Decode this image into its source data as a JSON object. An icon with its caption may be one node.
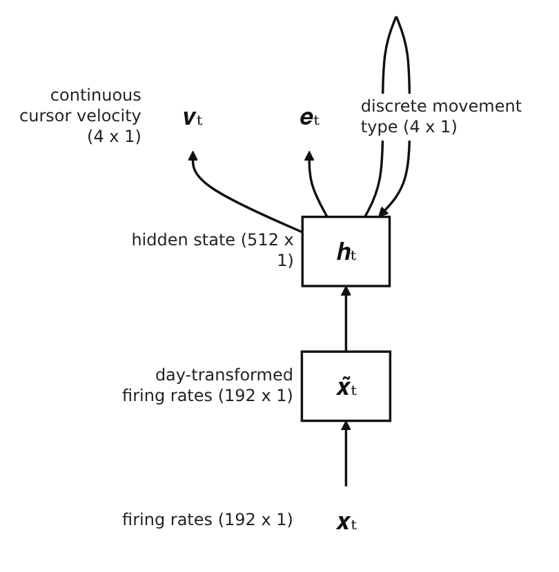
{
  "diagram": {
    "nodes": [
      {
        "text": [
          "𝒗ₜ"
        ],
        "beside": [
          "continuous cursor velocity (4 x 1)"
        ]
      },
      {
        "text": [
          "𝒆ₜ"
        ],
        "beside": [
          "discrete movement type (4 x 1)"
        ]
      },
      {
        "text": [
          "𝒉ₜ"
        ],
        "beside": [
          "hidden state (512 x 1)"
        ]
      },
      {
        "text": [
          "𝒙̃ₜ"
        ],
        "beside": [
          "day-transformed firing rates (192 x 1)"
        ]
      },
      {
        "text": [
          "𝒙ₜ"
        ],
        "beside": [
          "firing rates (192 x 1)"
        ]
      }
    ],
    "edges": [
      {
        "from": 2,
        "to": 2,
        "arrow": "to"
      },
      {
        "from": 4,
        "to": 3,
        "arrow": "to"
      },
      {
        "from": 3,
        "to": 2,
        "arrow": "to"
      },
      {
        "from": 2,
        "to": 0,
        "arrow": "to"
      },
      {
        "from": 2,
        "to": 1,
        "arrow": "to"
      }
    ]
  }
}
